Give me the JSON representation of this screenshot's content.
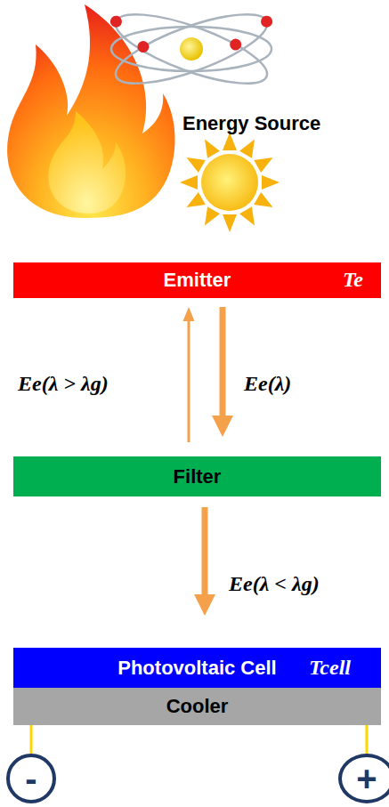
{
  "diagram": {
    "nodes": [
      {
        "text": [
          "Emitter",
          "Te"
        ]
      },
      {
        "text": [
          "Filter"
        ]
      },
      {
        "text": [
          "Photovoltaic Cell",
          "Tcell"
        ]
      },
      {
        "text": [
          "Cooler"
        ]
      },
      {
        "text": [
          "-"
        ]
      },
      {
        "text": [
          "+"
        ]
      }
    ],
    "edges": [
      {
        "from": 0,
        "to": 1,
        "arrow": "to",
        "label": "Ee(λ)"
      },
      {
        "from": 1,
        "to": 0,
        "arrow": "to",
        "label": "Ee(λ > λg)"
      },
      {
        "from": 1,
        "to": 2,
        "arrow": "to",
        "label": "Ee(λ < λg)"
      },
      {
        "from": 2,
        "to": 4,
        "arrow": "none"
      },
      {
        "from": 2,
        "to": 5,
        "arrow": "none"
      }
    ],
    "labels": [
      "Energy Source"
    ]
  }
}
